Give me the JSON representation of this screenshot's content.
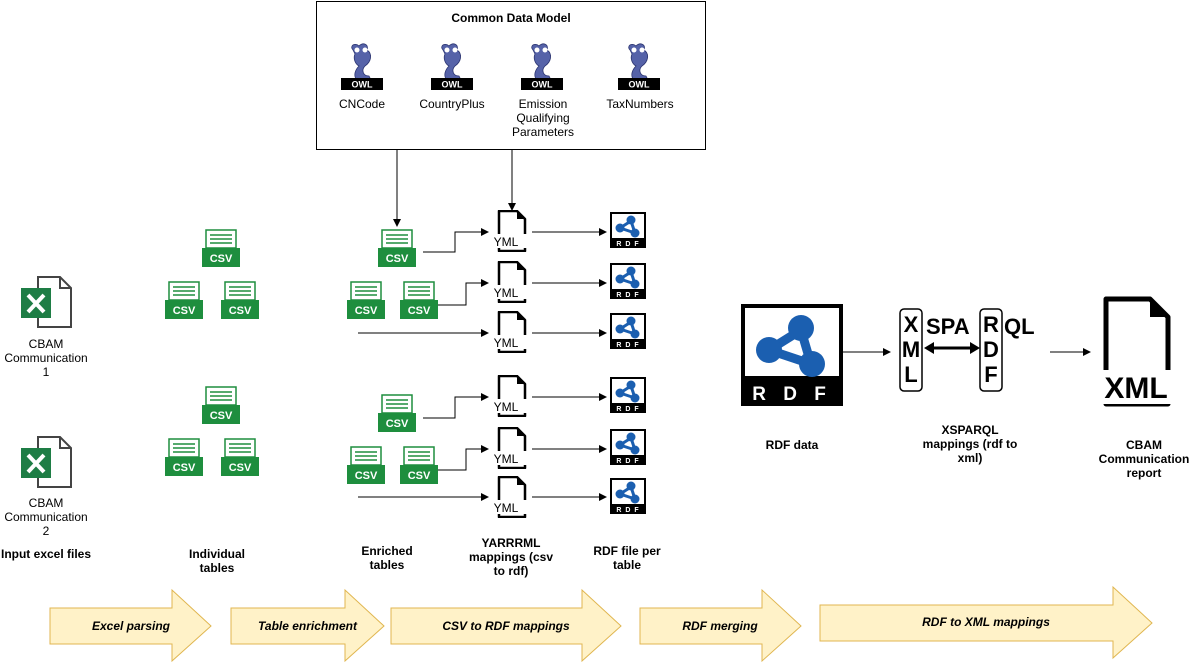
{
  "common_data_model": {
    "title": "Common Data Model",
    "ontologies": [
      {
        "badge": "OWL",
        "label": "CNCode"
      },
      {
        "badge": "OWL",
        "label": "CountryPlus"
      },
      {
        "badge": "OWL",
        "label": "Emission Qualifying Parameters"
      },
      {
        "badge": "OWL",
        "label": "TaxNumbers"
      }
    ]
  },
  "inputs": [
    {
      "label": "CBAM Communication 1"
    },
    {
      "label": "CBAM Communication 2"
    }
  ],
  "icon_text": {
    "csv": "CSV",
    "yml": "YML",
    "rdf": "R D F",
    "xml": "XML"
  },
  "xsparql_logo": {
    "left_col": "XML",
    "middle": "SPA",
    "right_col": "RDF",
    "suffix": "QL"
  },
  "stage_labels": {
    "input": "Input excel files",
    "individual": "Individual tables",
    "enriched": "Enriched tables",
    "yarrrml": "YARRRML mappings (csv to rdf)",
    "rdf_per_table": "RDF file per table",
    "rdf_data": "RDF data",
    "xsparql": "XSPARQL mappings (rdf to xml)",
    "report": "CBAM Communication report"
  },
  "process_steps": [
    {
      "label": "Excel parsing"
    },
    {
      "label": "Table enrichment"
    },
    {
      "label": "CSV to RDF mappings"
    },
    {
      "label": "RDF merging"
    },
    {
      "label": "RDF to XML mappings"
    }
  ],
  "colors": {
    "csv_green": "#1e8e3e",
    "excel_green": "#1e7d45",
    "rdf_blue": "#1b5fb0",
    "owl_purple": "#5562a8",
    "arrow_fill": "#fff2c8",
    "arrow_stroke": "#e0b650"
  }
}
